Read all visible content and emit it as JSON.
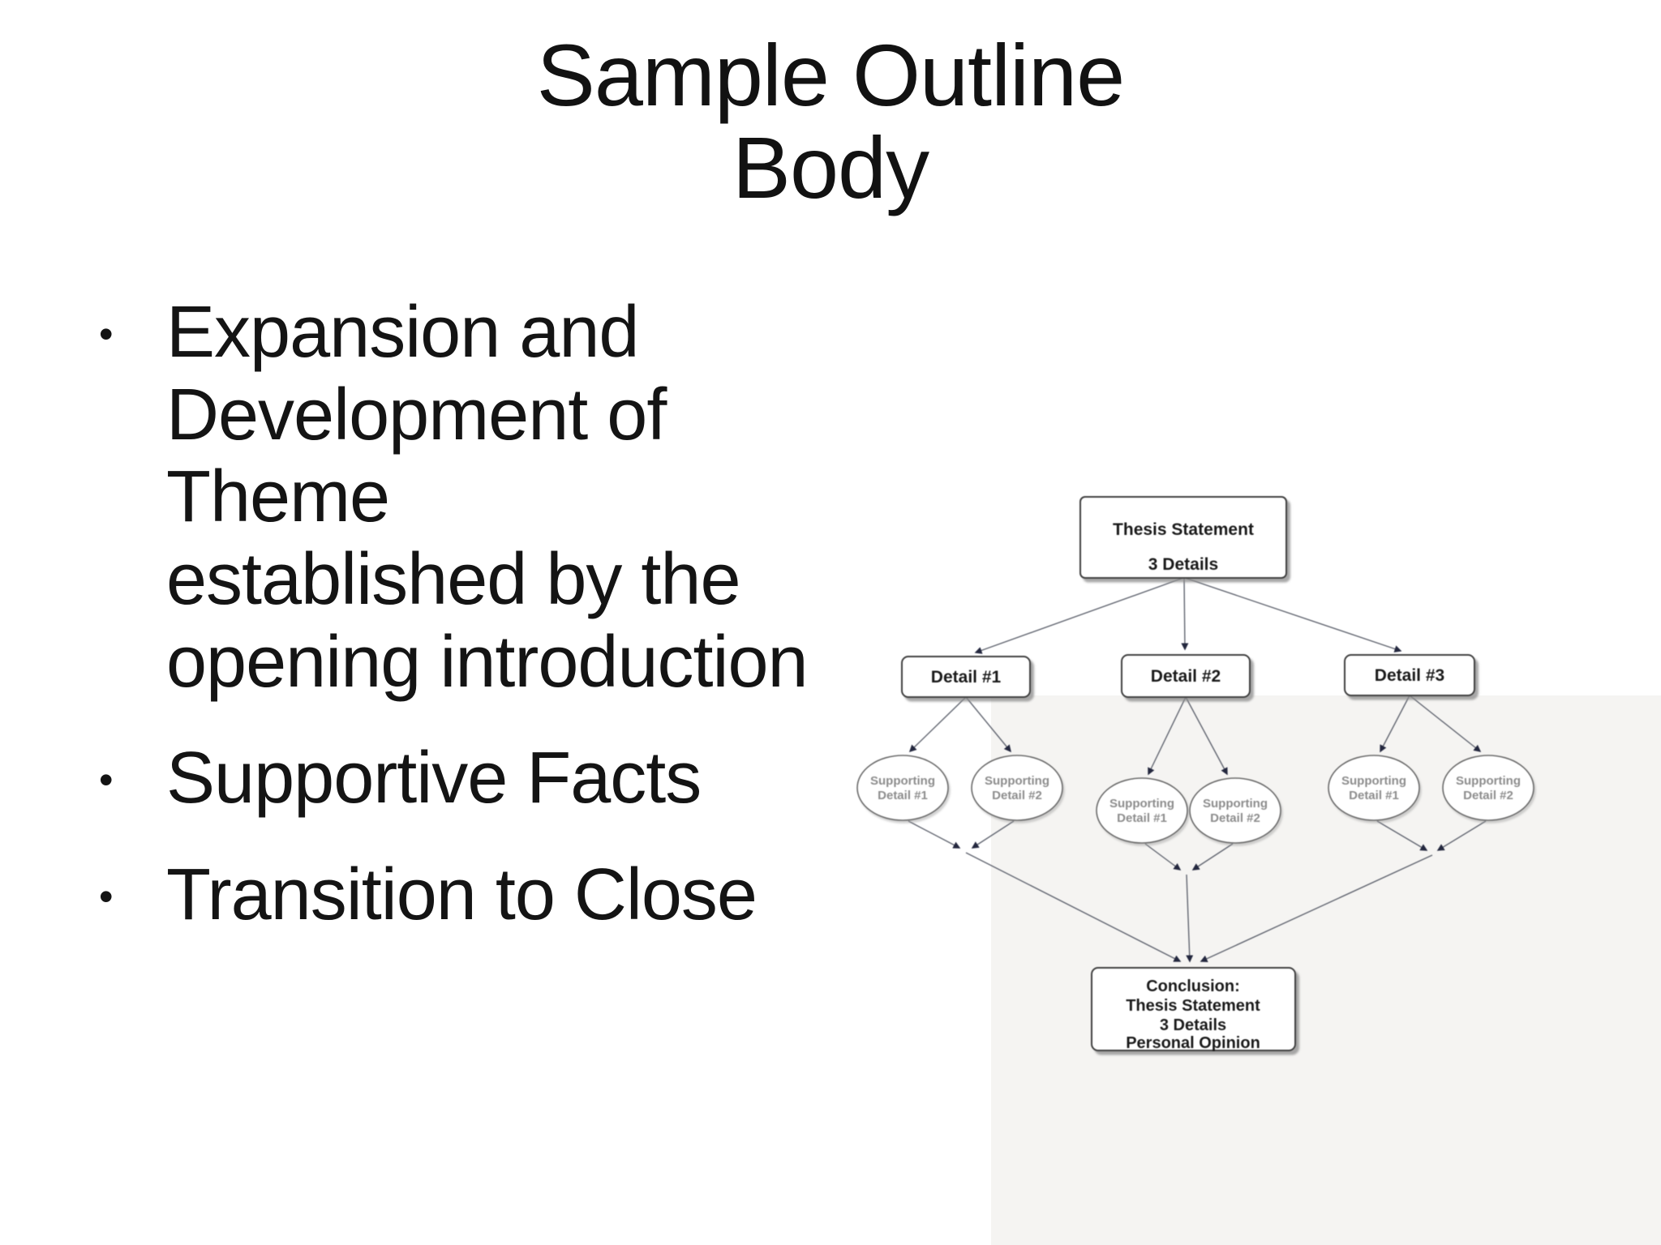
{
  "slide": {
    "title": {
      "line1": "Sample Outline",
      "line2": "Body"
    },
    "bullet_char": "•",
    "bullets": [
      {
        "text": "Expansion and Development of Theme established by the opening introduction",
        "lines": [
          "Expansion and",
          "Development of Theme",
          "established by the",
          "opening introduction"
        ]
      },
      {
        "text": "Supportive Facts",
        "lines": [
          "Supportive Facts"
        ]
      },
      {
        "text": "Transition to Close",
        "lines": [
          "Transition to Close"
        ]
      }
    ]
  },
  "diagram": {
    "thesis": {
      "line1": "Thesis Statement",
      "line2": "3 Details"
    },
    "details": [
      {
        "label": "Detail #1"
      },
      {
        "label": "Detail #2"
      },
      {
        "label": "Detail #3"
      }
    ],
    "supporting_labels": [
      {
        "line1": "Supporting",
        "line2": "Detail #1"
      },
      {
        "line1": "Supporting",
        "line2": "Detail #2"
      }
    ],
    "conclusion": {
      "line1": "Conclusion:",
      "line2": "Thesis Statement",
      "line3": "3 Details",
      "line4": "Personal Opinion"
    }
  },
  "colors": {
    "background": "#ffffff",
    "text": "#141414",
    "panel": "#f5f4f2",
    "connector": "#60646f",
    "arrowhead": "#262a40",
    "box_border": "#3f3f3f",
    "box_fill": "#ffffff",
    "box_text": "#1b1b1b",
    "ellipse_border": "#6b6b6b",
    "ellipse_text": "#8c8c8c"
  }
}
